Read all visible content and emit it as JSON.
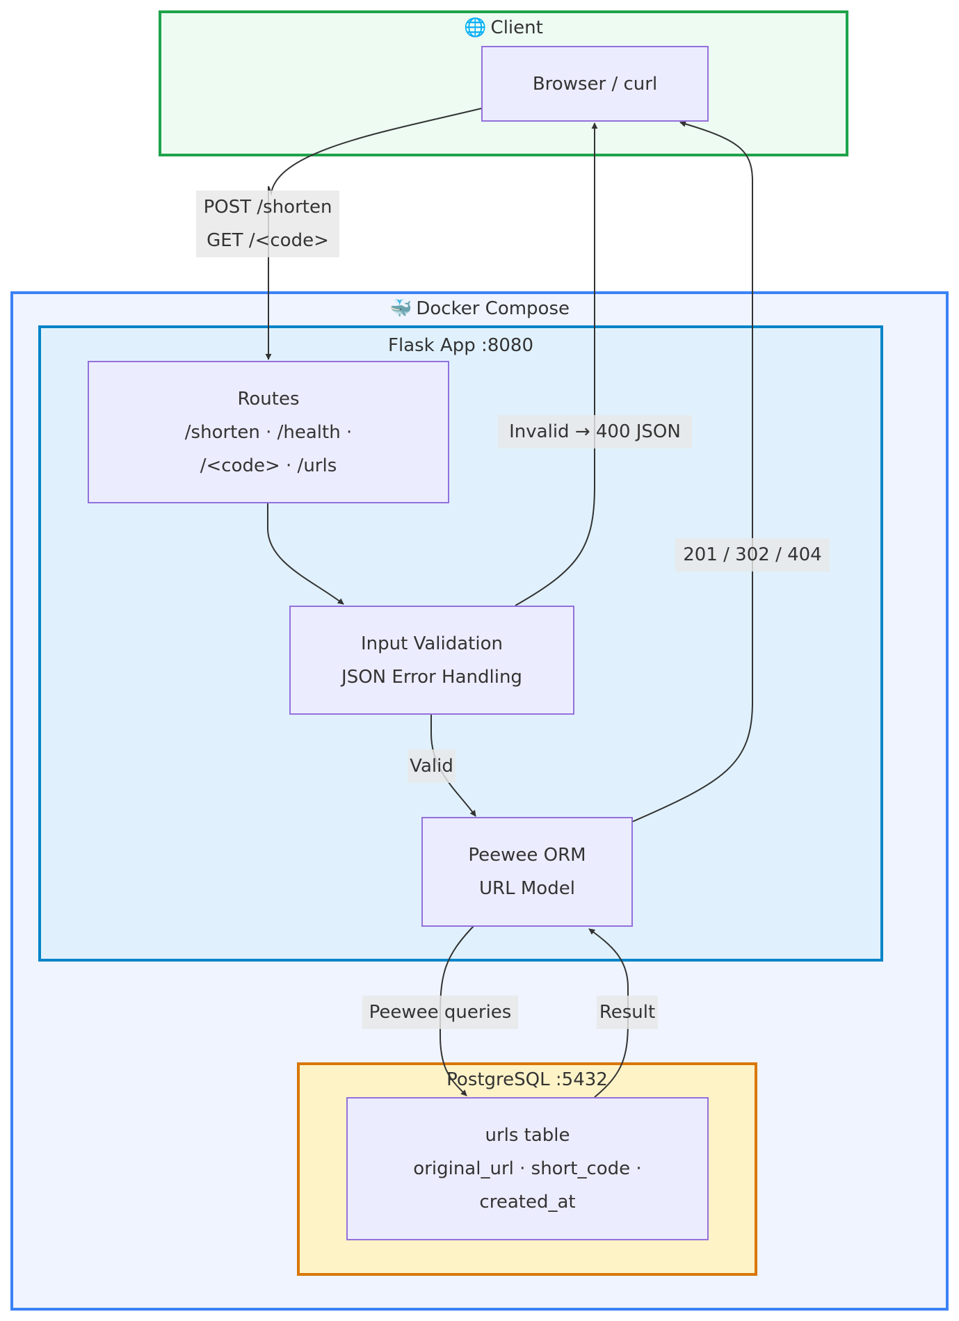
{
  "colors": {
    "client_border": "#1ea34a",
    "client_fill": "#edfbf2",
    "docker_border": "#3b82f6",
    "docker_fill": "#eff4ff",
    "flask_border": "#0284c7",
    "flask_fill": "#e0f1fd",
    "postgres_border": "#d97706",
    "postgres_fill": "#fef3c7",
    "node_fill": "#ececff",
    "node_border": "#9370db",
    "edge": "#333333"
  },
  "clusters": {
    "client": {
      "icon": "globe-icon",
      "icon_glyph": "🌐",
      "title": "Client"
    },
    "docker": {
      "icon": "whale-icon",
      "icon_glyph": "🐳",
      "title": "Docker Compose"
    },
    "flask": {
      "title": "Flask App :8080"
    },
    "postgres": {
      "title": "PostgreSQL :5432"
    }
  },
  "nodes": {
    "browser": {
      "lines": [
        "Browser / curl"
      ]
    },
    "routes": {
      "lines": [
        "Routes",
        "/shorten · /health ·",
        "/<code> · /urls"
      ]
    },
    "validation": {
      "lines": [
        "Input Validation",
        "JSON Error Handling"
      ]
    },
    "orm": {
      "lines": [
        "Peewee ORM",
        "URL Model"
      ]
    },
    "urls_table": {
      "lines": [
        "urls table",
        "original_url · short_code ·",
        "created_at"
      ]
    }
  },
  "edges": [
    {
      "from": "browser",
      "to": "routes",
      "label_lines": [
        "POST /shorten",
        "GET /<code>"
      ]
    },
    {
      "from": "routes",
      "to": "validation",
      "label_lines": []
    },
    {
      "from": "validation",
      "to": "browser",
      "label_lines": [
        "Invalid → 400 JSON"
      ]
    },
    {
      "from": "validation",
      "to": "orm",
      "label_lines": [
        "Valid"
      ]
    },
    {
      "from": "orm",
      "to": "browser",
      "label_lines": [
        "201 / 302 / 404"
      ]
    },
    {
      "from": "orm",
      "to": "urls_table",
      "label_lines": [
        "Peewee queries"
      ]
    },
    {
      "from": "urls_table",
      "to": "orm",
      "label_lines": [
        "Result"
      ]
    }
  ]
}
